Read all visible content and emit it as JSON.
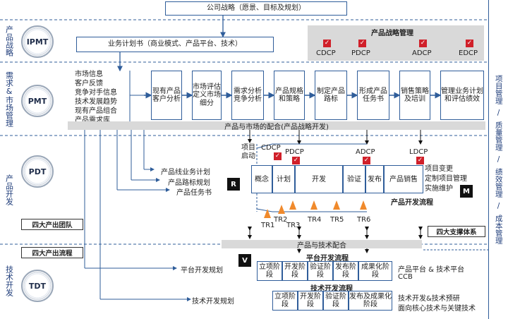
{
  "top_box": "公司战略（愿景、目标及规划）",
  "lanes": {
    "ipmt_label": "产品战略",
    "pmt_label": "需求&市场管理",
    "pdt_label": "产品开发",
    "tdt_label": "技术开发"
  },
  "teams": {
    "ipmt": "IPMT",
    "pmt": "PMT",
    "pdt": "PDT",
    "tdt": "TDT"
  },
  "business_plan": "业务计划书（商业模式、产品平台、技术）",
  "strategy_mgmt": {
    "title": "产品战略管理",
    "checkpoints": [
      "CDCP",
      "PDCP",
      "ADCP",
      "EDCP"
    ]
  },
  "market_inputs": [
    "市场信息",
    "客户反馈",
    "竞争对手信息",
    "技术发展趋势",
    "现有产品组合",
    "产品需求库"
  ],
  "pmt_steps": [
    "现有产品客户分析",
    "市场评估定义市场细分",
    "需求分析竞争分析",
    "产品规格和策略",
    "制定产品路标",
    "形成产品任务书",
    "销售策略及培训",
    "管理业务计划和评估绩效"
  ],
  "market_fit": "产品与市场的配合(产品战略开发)",
  "plan_items": [
    "产品线业务计划",
    "产品路标规划",
    "产品任务书"
  ],
  "dev_flow": {
    "start": "项目启动",
    "phases": [
      "概念",
      "计划",
      "开发",
      "验证",
      "发布",
      "产品销售"
    ],
    "checkpoints": [
      "CDCP",
      "PDCP",
      "ADCP",
      "LDCP"
    ],
    "tr": [
      "TR1",
      "TR2",
      "TR3",
      "TR4",
      "TR5",
      "TR6"
    ],
    "title": "产品开发流程",
    "after_sale": [
      "项目变更",
      "定制项目管理",
      "实施维护"
    ]
  },
  "markers": {
    "r": "R",
    "m": "M",
    "v": "V"
  },
  "team_tag": "四大产出团队",
  "support_tag": "四大支撑体系",
  "process_tag": "四大产出流程",
  "tech_fit": "产品与技术配合",
  "platform_plan": "平台开发规划",
  "platform_flow": {
    "title": "平台开发流程",
    "phases": [
      "立项阶段",
      "开发阶段",
      "验证阶段",
      "发布阶段",
      "成果化阶段"
    ],
    "note": [
      "产品平台 & 技术平台",
      "CCB"
    ]
  },
  "tech_plan": "技术开发规划",
  "tech_flow": {
    "title": "技术开发流程",
    "phases": [
      "立项阶段",
      "开发阶段",
      "验证阶段",
      "发布及成果化阶段"
    ],
    "note": [
      "技术开发&技术预研",
      "面向核心技术与关键技术"
    ]
  },
  "right_bar": [
    "项目管理",
    "/",
    "质量管理",
    "/",
    "绩效管理",
    "/",
    "成本管理"
  ],
  "colors": {
    "blue": "#2f5d9a",
    "red": "#d0202a",
    "orange": "#f08a2c",
    "gray": "#d9d9d9"
  }
}
